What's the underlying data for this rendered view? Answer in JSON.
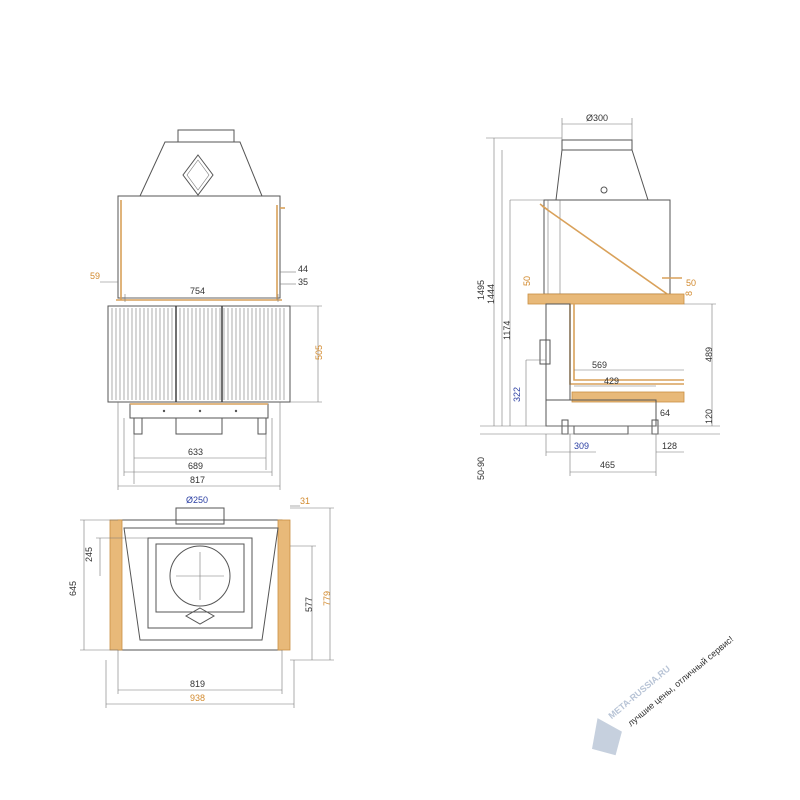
{
  "front_view": {
    "dim_top_inner": "754",
    "dim_side_left": "59",
    "dim_right_44": "44",
    "dim_right_35": "35",
    "dim_glass_height": "505",
    "dim_633": "633",
    "dim_689": "689",
    "dim_817": "817"
  },
  "side_view": {
    "dim_flue": "Ø300",
    "dim_1495": "1495",
    "dim_1444": "1444",
    "dim_1174": "1174",
    "dim_50_left": "50",
    "dim_50_right": "50",
    "dim_8": "8",
    "dim_489": "489",
    "dim_569": "569",
    "dim_429": "429",
    "dim_322": "322",
    "dim_64": "64",
    "dim_120": "120",
    "dim_309": "309",
    "dim_128": "128",
    "dim_465": "465",
    "dim_50_90": "50-90"
  },
  "top_view": {
    "dim_flue": "Ø250",
    "dim_31": "31",
    "dim_245": "245",
    "dim_645": "645",
    "dim_577": "577",
    "dim_779": "779",
    "dim_819": "819",
    "dim_938": "938"
  },
  "watermark": {
    "brand": "META-RUSSIA.RU",
    "slogan": "лучшие цены, отличный сервис!"
  },
  "colors": {
    "orange": "#d9a15a",
    "blue_text": "#2b3fa3",
    "watermark": "#b8c4d6"
  }
}
